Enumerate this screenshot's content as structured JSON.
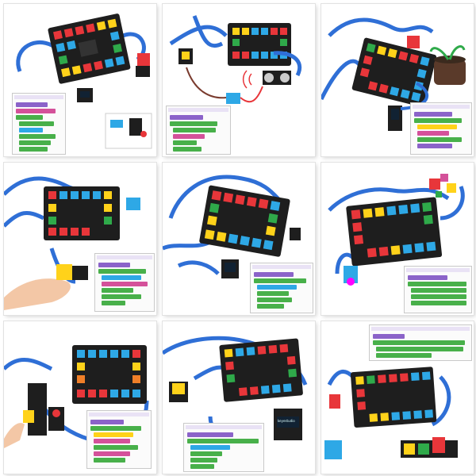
{
  "image": {
    "description_tiles": 9,
    "colors": {
      "background": "#ffffff",
      "cable": "#2f6fd6",
      "board": "#1e1e1e",
      "module_red": "#e8363a",
      "module_yellow": "#ffd21a",
      "module_cyan": "#2ea8e6",
      "module_green": "#2faa4a",
      "module_orange": "#f07f28",
      "code_green": "#48b04a",
      "code_purple": "#8b63c9",
      "code_pink": "#d4519a"
    }
  },
  "tiles": [
    {
      "id": "t1",
      "oled_text": ""
    },
    {
      "id": "t2",
      "oled_text": ""
    },
    {
      "id": "t3",
      "oled_text": ""
    },
    {
      "id": "t4",
      "oled_text": ""
    },
    {
      "id": "t5",
      "oled_text": ""
    },
    {
      "id": "t6",
      "oled_text": ""
    },
    {
      "id": "t7",
      "oled_text": ""
    },
    {
      "id": "t8",
      "oled_text": "keyestudio"
    },
    {
      "id": "t9",
      "oled_text": ""
    }
  ]
}
